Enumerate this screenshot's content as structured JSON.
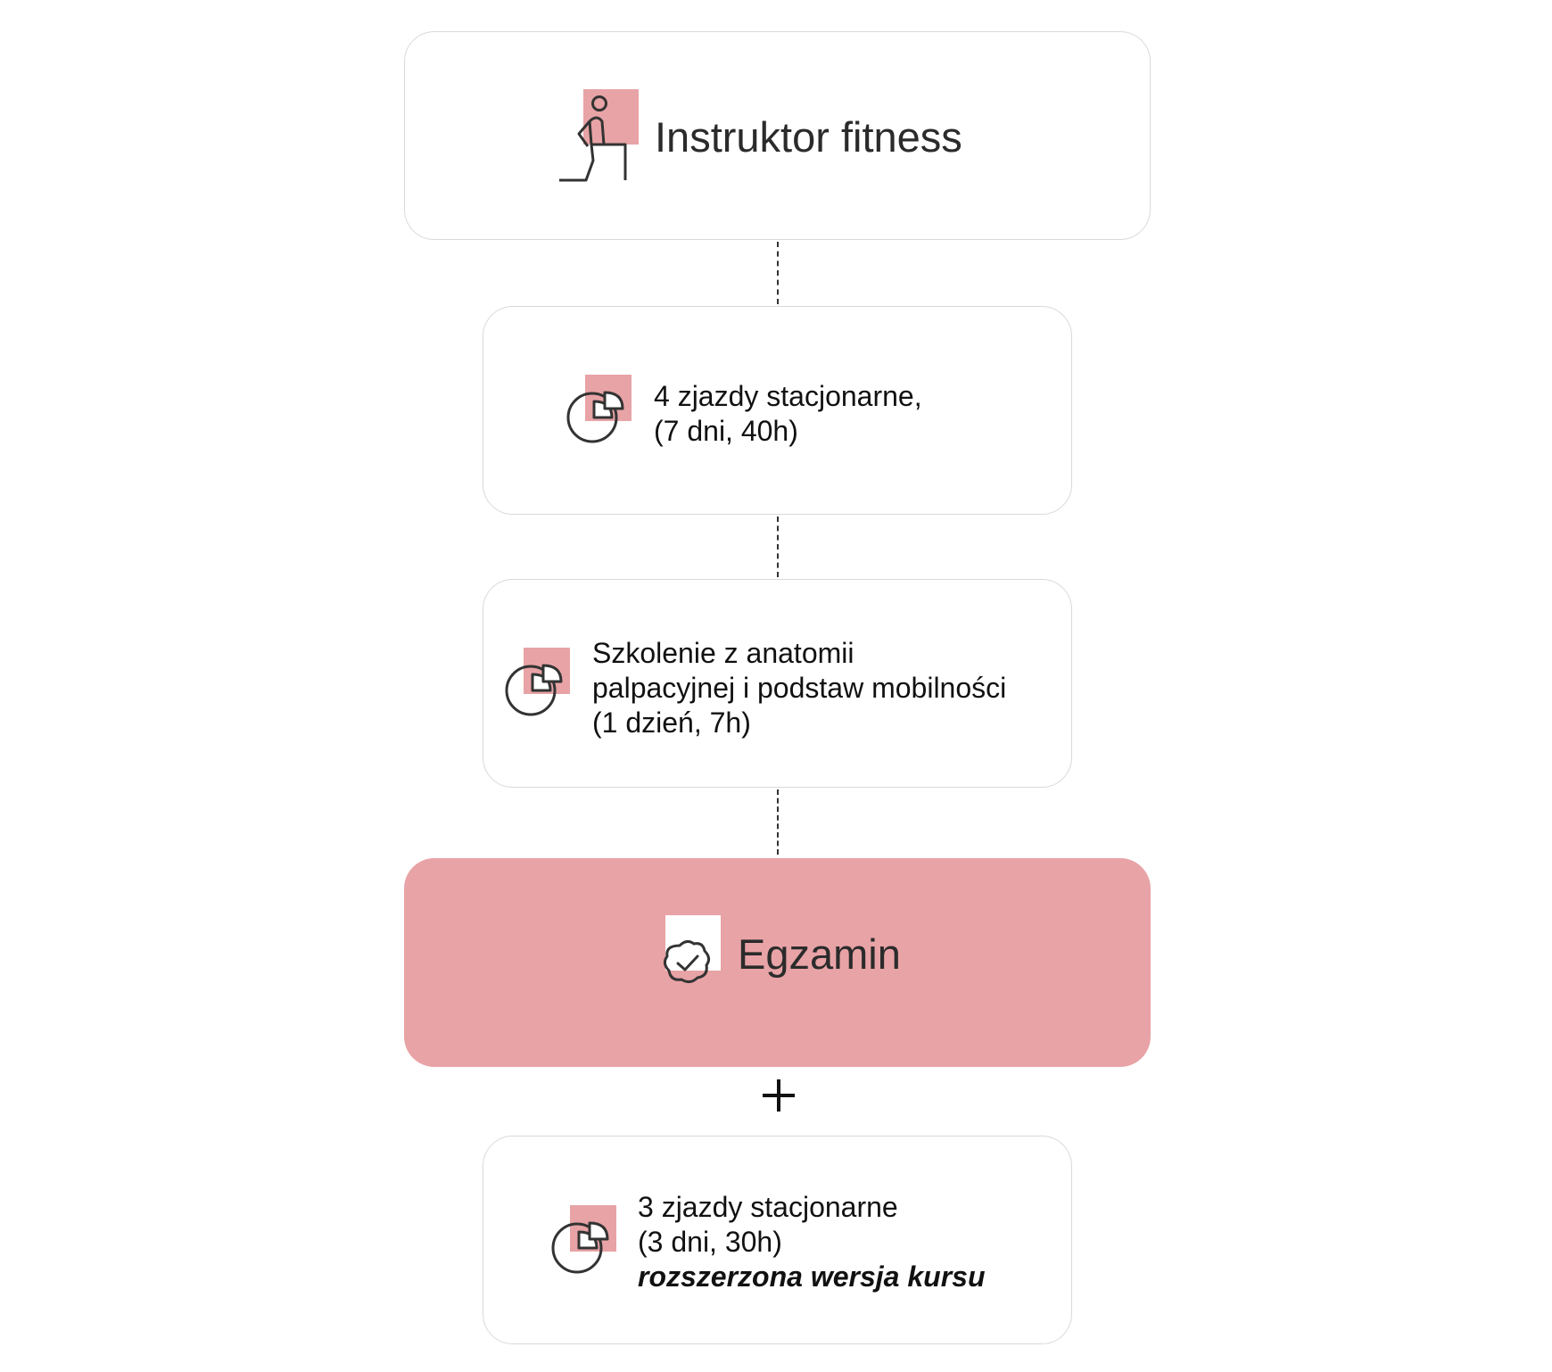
{
  "diagram": {
    "main": {
      "title": "Instruktor fitness",
      "icon": "fitness-instructor-icon"
    },
    "steps": [
      {
        "lines": [
          "4 zjazdy stacjonarne,",
          "(7 dni, 40h)"
        ],
        "icon": "schedule-chart-icon"
      },
      {
        "lines": [
          "Szkolenie z anatomii",
          "palpacyjnej i podstaw mobilności",
          "(1 dzień, 7h)"
        ],
        "icon": "schedule-chart-icon"
      }
    ],
    "exam": {
      "title": "Egzamin",
      "icon": "certificate-badge-icon"
    },
    "extension": {
      "lines": [
        "3 zjazdy stacjonarne",
        "(3 dni, 30h)"
      ],
      "note": "rozszerzona wersja kursu",
      "icon": "schedule-chart-icon"
    },
    "colors": {
      "accent": "#e8a3a6",
      "border": "#d9d9d9",
      "text": "#222222"
    }
  }
}
